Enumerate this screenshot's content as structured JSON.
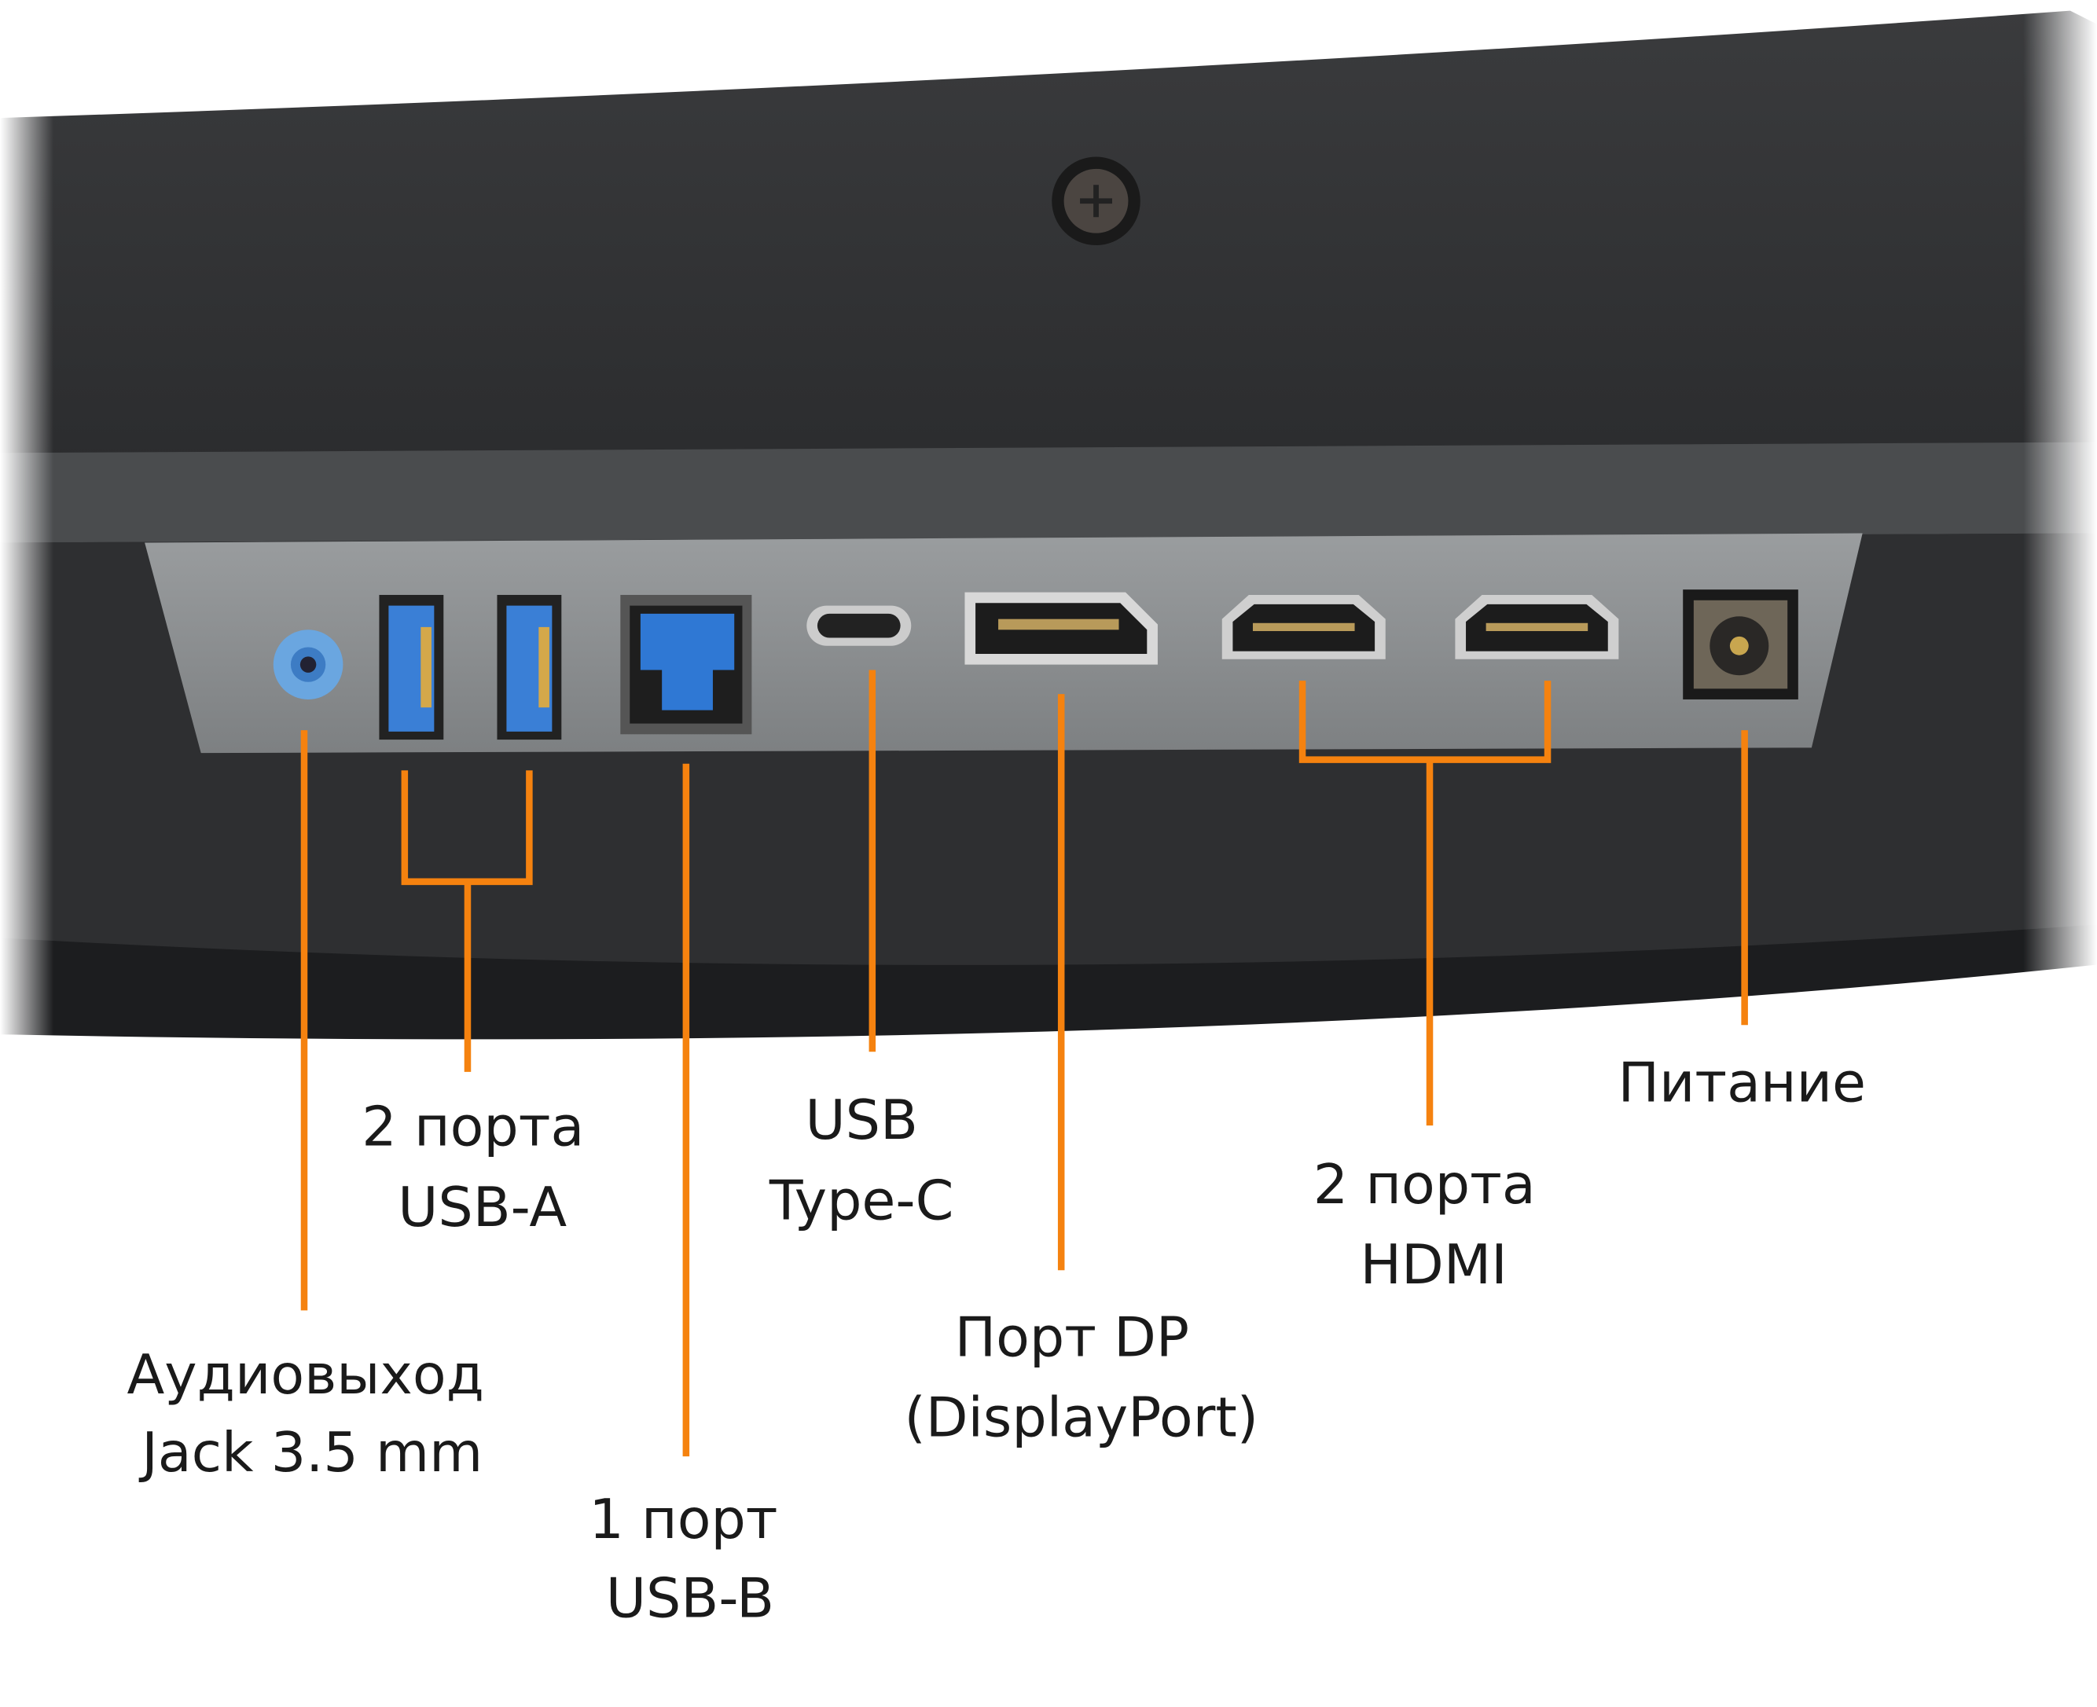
{
  "colors": {
    "callout": "#F5820F",
    "housing": "#2a2b2d",
    "panel": "#8c8f91",
    "usb_blue": "#3a7fd6"
  },
  "labels": {
    "audio": {
      "line1": "Аудиовыход",
      "line2": "Jack 3.5 mm"
    },
    "usb_a": {
      "line1": "2 порта",
      "line2": "USB-A"
    },
    "usb_b": {
      "line1": "1 порт",
      "line2": "USB-B"
    },
    "usb_c": {
      "line1": "USB",
      "line2": "Type-C"
    },
    "dp": {
      "line1": "Порт DP",
      "line2": "(DisplayPort)"
    },
    "hdmi": {
      "line1": "2 порта",
      "line2": "HDMI"
    },
    "power": {
      "line1": "Питание"
    }
  }
}
